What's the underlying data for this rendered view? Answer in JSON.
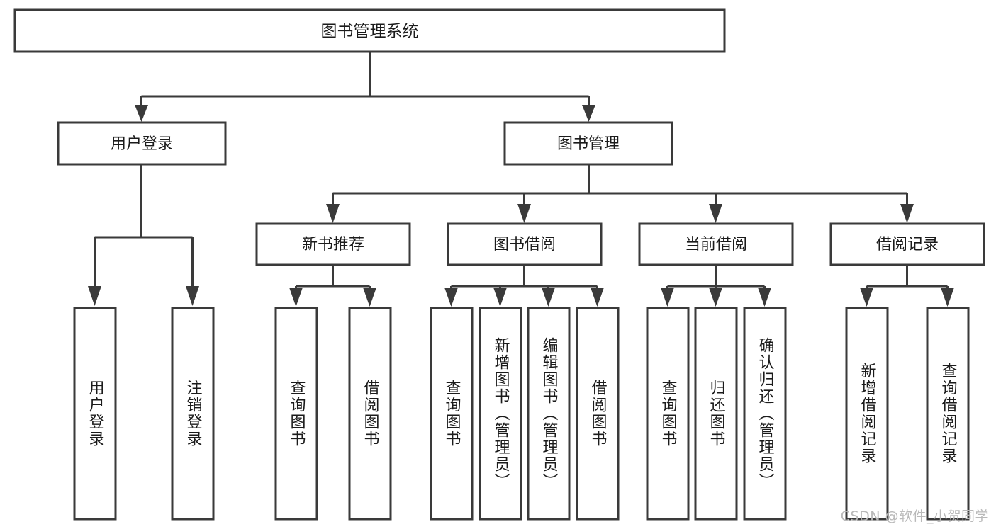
{
  "diagram": {
    "type": "tree-hierarchy",
    "title": "图书管理系统",
    "watermark": "CSDN @软件_小贺同学",
    "colors": {
      "stroke": "#3a3a3a",
      "fill": "#ffffff",
      "text": "#1b1b1b",
      "watermark": "#b9b9b9",
      "background": "#ffffff"
    },
    "levels": {
      "root": {
        "label": "图书管理系统"
      },
      "level2": [
        {
          "id": "user-login",
          "label": "用户登录"
        },
        {
          "id": "book-management",
          "label": "图书管理"
        }
      ],
      "level3": [
        {
          "id": "new-book-recommend",
          "label": "新书推荐",
          "parent": "book-management"
        },
        {
          "id": "book-borrow",
          "label": "图书借阅",
          "parent": "book-management"
        },
        {
          "id": "current-borrow",
          "label": "当前借阅",
          "parent": "book-management"
        },
        {
          "id": "borrow-record",
          "label": "借阅记录",
          "parent": "book-management"
        }
      ],
      "leaves": [
        {
          "id": "leaf-user-login",
          "label": "用户登录",
          "parent": "user-login"
        },
        {
          "id": "leaf-user-logout",
          "label": "注销登录",
          "parent": "user-login"
        },
        {
          "id": "leaf-query-book-1",
          "label": "查询图书",
          "parent": "new-book-recommend"
        },
        {
          "id": "leaf-borrow-book-1",
          "label": "借阅图书",
          "parent": "new-book-recommend"
        },
        {
          "id": "leaf-query-book-2",
          "label": "查询图书",
          "parent": "book-borrow"
        },
        {
          "id": "leaf-add-book",
          "label": "新增图书（管理员）",
          "parent": "book-borrow"
        },
        {
          "id": "leaf-edit-book",
          "label": "编辑图书（管理员）",
          "parent": "book-borrow"
        },
        {
          "id": "leaf-borrow-book-2",
          "label": "借阅图书",
          "parent": "book-borrow"
        },
        {
          "id": "leaf-query-book-3",
          "label": "查询图书",
          "parent": "current-borrow"
        },
        {
          "id": "leaf-return-book",
          "label": "归还图书",
          "parent": "current-borrow"
        },
        {
          "id": "leaf-confirm-return",
          "label": "确认归还（管理员）",
          "parent": "current-borrow"
        },
        {
          "id": "leaf-add-record",
          "label": "新增借阅记录",
          "parent": "borrow-record"
        },
        {
          "id": "leaf-query-record",
          "label": "查询借阅记录",
          "parent": "borrow-record"
        }
      ]
    }
  }
}
